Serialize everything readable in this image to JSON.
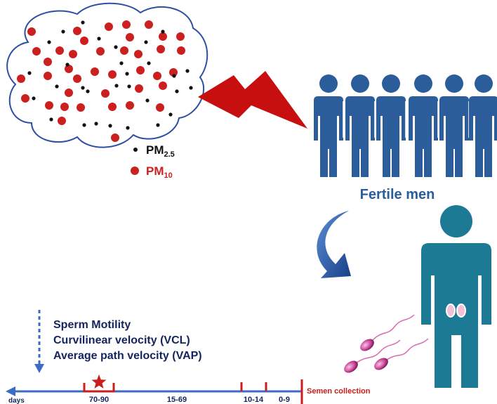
{
  "legend": {
    "pm25_base": "PM",
    "pm25_sub": "2.5",
    "pm10_base": "PM",
    "pm10_sub": "10"
  },
  "group_label": "Fertile men",
  "outcomes": {
    "title": "Sperm Motility",
    "line1": "Curvilinear velocity (VCL)",
    "line2": "Average path velocity (VAP)"
  },
  "timeline": {
    "axis_label": "days",
    "windows": [
      "70-90",
      "15-69",
      "10-14",
      "0-9"
    ],
    "end_label": "Semen collection"
  },
  "colors": {
    "cloud_outline": "#2f4fa3",
    "pm10_red": "#cc1f1f",
    "pm25_black": "#111111",
    "lightning_red": "#c80f0f",
    "men_blue": "#2a5d9a",
    "curved_arrow_blue": "#1f4f9c",
    "person_teal": "#1d7a94",
    "timeline_blue": "#3b6bc4",
    "marker_red": "#c81e1e",
    "text_navy": "#14245e",
    "sperm_pink": "#d96bb3"
  },
  "icons": [
    "particle-cloud-icon",
    "lightning-bolt-icon",
    "people-group-icon",
    "curved-arrow-icon",
    "person-icon",
    "testes-icon",
    "sperm-icon",
    "star-icon",
    "dotted-down-arrow-icon"
  ]
}
